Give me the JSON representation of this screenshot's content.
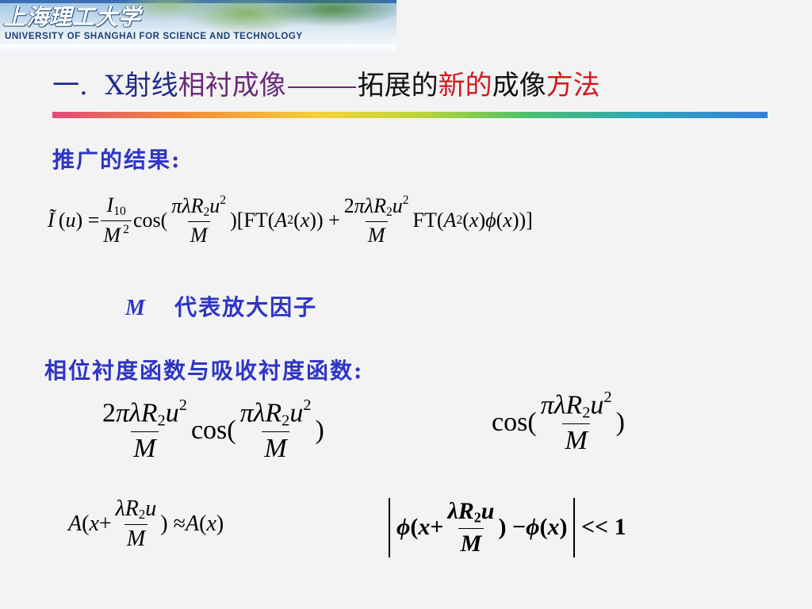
{
  "header": {
    "logo_cn": "上海理工大学",
    "logo_en": "UNIVERSITY OF SHANGHAI FOR SCIENCE AND TECHNOLOGY"
  },
  "title": {
    "prefix": "一.",
    "part1": "X射线",
    "part2": "相衬成像",
    "part3": "拓展的",
    "part4": "新的",
    "part5": "成像",
    "part6": "方法"
  },
  "labels": {
    "generalize": "推广的结果:",
    "m_symbol": "M",
    "m_meaning": "代表放大因子",
    "contrast": "相位衬度函数与吸收衬度函数:"
  },
  "colors": {
    "label_blue": "#2e35c4",
    "title_red": "#d2191b",
    "title_purple": "#6a2a7a",
    "background": "#f3f3f3"
  }
}
